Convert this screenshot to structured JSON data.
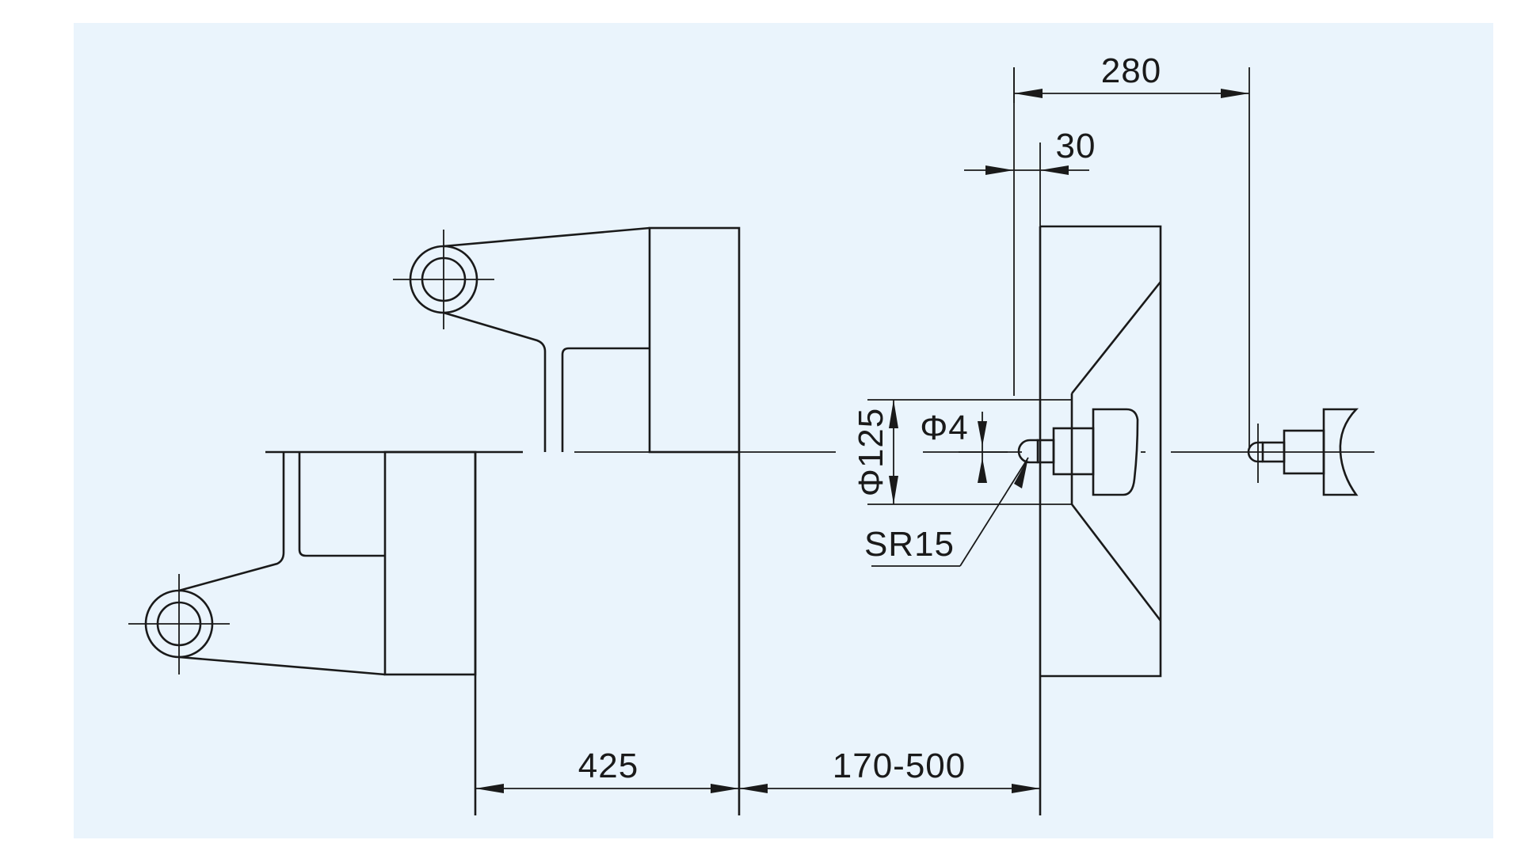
{
  "dimensions": {
    "d425": "425",
    "d170_500": "170-500",
    "d280": "280",
    "d30": "30",
    "dia125": "Φ125",
    "dia4": "Φ4",
    "sr15": "SR15"
  },
  "colors": {
    "panel_background": "#eaf4fc",
    "line": "#1a1a1a"
  }
}
